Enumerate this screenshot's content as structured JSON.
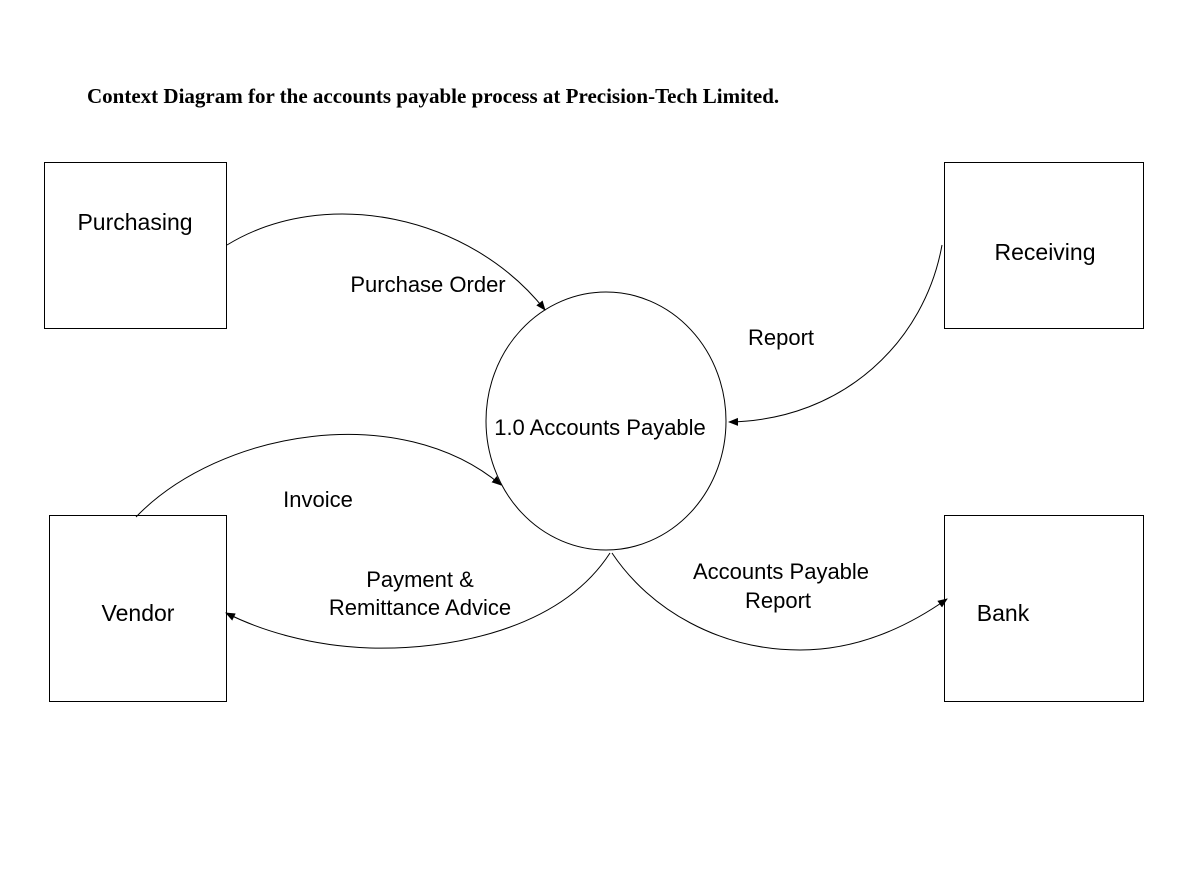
{
  "title": "Context Diagram for the accounts payable process at Precision-Tech Limited.",
  "entities": {
    "purchasing": "Purchasing",
    "receiving": "Receiving",
    "vendor": "Vendor",
    "bank": "Bank"
  },
  "process": {
    "label": "1.0 Accounts Payable"
  },
  "flows": {
    "purchase_order": "Purchase Order",
    "report": "Report",
    "invoice": "Invoice",
    "payment_line1": "Payment &",
    "payment_line2": "Remittance Advice",
    "ap_report_line1": "Accounts Payable",
    "ap_report_line2": "Report"
  }
}
